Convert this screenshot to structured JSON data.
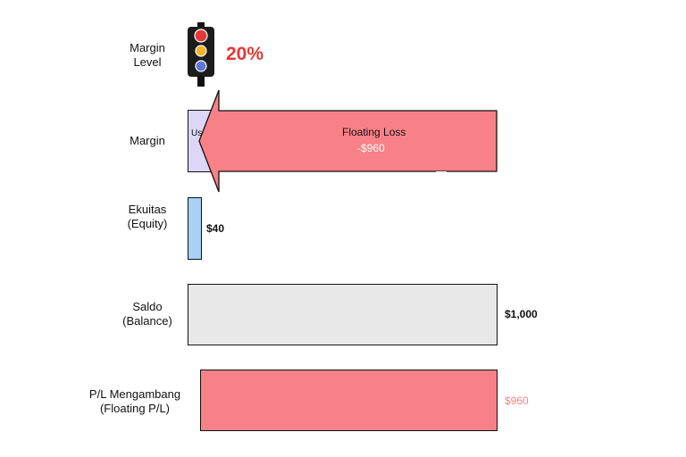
{
  "margin_level": {
    "label_line1": "Margin",
    "label_line2": "Level",
    "value": "20%",
    "value_color": "#e53935",
    "icon": "traffic-light-icon"
  },
  "margin": {
    "label": "Margin",
    "used_abbrev": "Us",
    "used_color": "#ddd6f7"
  },
  "floating_loss_arrow": {
    "title": "Floating Loss",
    "value": "-$960",
    "color": "#f88187"
  },
  "equity": {
    "label_line1": "Ekuitas",
    "label_line2": "(Equity)",
    "value": "$40",
    "color": "#a8d1f5"
  },
  "balance": {
    "label_line1": "Saldo",
    "label_line2": "(Balance)",
    "value": "$1,000",
    "color": "#e8e8e8"
  },
  "floating_pl": {
    "label_line1": "P/L Mengambang",
    "label_line2": "(Floating P/L)",
    "value": "$960",
    "color": "#f88187"
  }
}
